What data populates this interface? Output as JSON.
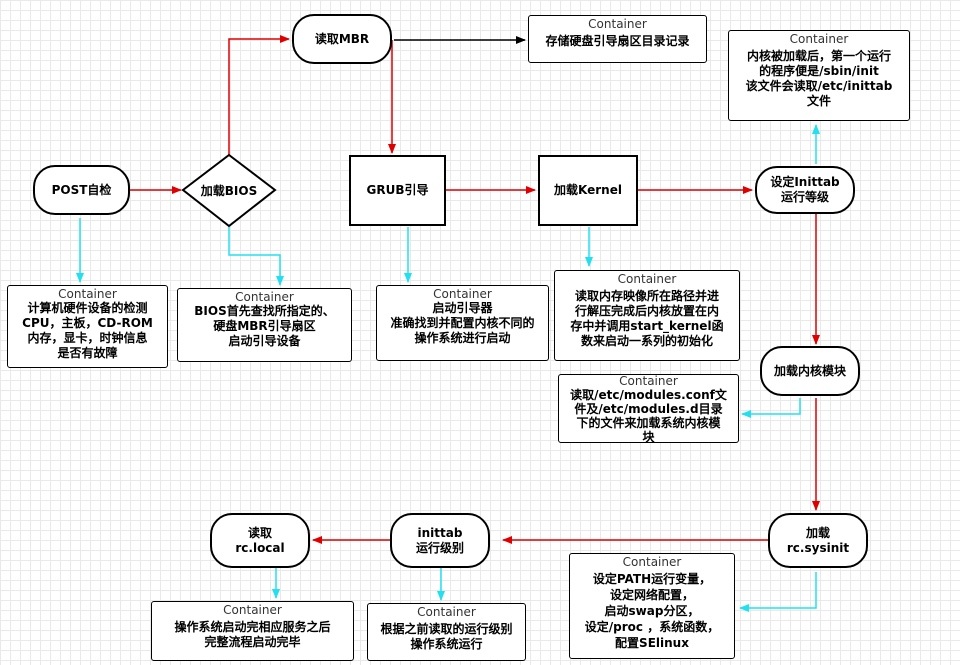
{
  "nodes": {
    "post": "POST自检",
    "bios": "加载BIOS",
    "read_mbr": "读取MBR",
    "grub": "GRUB引导",
    "kernel": "加载Kernel",
    "inittab": "设定Inittab\n运行等级",
    "modules": "加载内核模块",
    "sysinit": "加载\nrc.sysinit",
    "runlevel": "inittab\n运行级别",
    "rclocal": "读取\nrc.local"
  },
  "container_header": "Container",
  "notes": {
    "post": "计算机硬件设备的检测\nCPU，主板，CD-ROM\n内存，显卡，时钟信息\n是否有故障",
    "bios": "BIOS首先查找所指定的、\n硬盘MBR引导扇区\n启动引导设备",
    "mbr": "存储硬盘引导扇区目录记录",
    "grub": "启动引导器\n准确找到并配置内核不同的\n操作系统进行启动",
    "kernel": "读取内存映像所在路径并进\n行解压完成后内核放置在内\n存中并调用start_kernel函\n数来启动一系列的初始化",
    "inittab": "内核被加载后，第一个运行\n的程序便是/sbin/init\n该文件会读取/etc/inittab\n文件",
    "modules": "读取/etc/modules.conf文\n件及/etc/modules.d目录\n下的文件来加载系统内核模\n块",
    "sysinit": "设定PATH运行变量，\n设定网络配置，\n启动swap分区，\n设定/proc ，系统函数，\n配置SElinux",
    "runlevel": "根据之前读取的运行级别\n操作系统运行",
    "rclocal": "操作系统启动完相应服务之后\n完整流程启动完毕"
  },
  "colors": {
    "flow_arrow": "#e00000",
    "note_arrow": "#22e0f0",
    "mbr_arrow": "#000000",
    "node_border": "#000000"
  }
}
